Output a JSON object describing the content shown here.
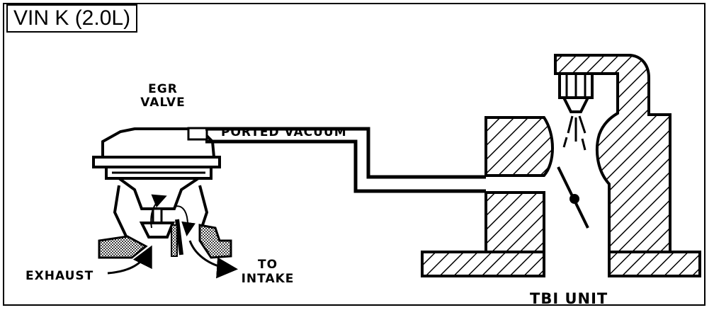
{
  "title": "VIN K (2.0L)",
  "labels": {
    "egr_valve_line1": "EGR",
    "egr_valve_line2": "VALVE",
    "ported_vacuum": "PORTED VACUUM",
    "exhaust": "EXHAUST",
    "to_intake_line1": "TO",
    "to_intake_line2": "INTAKE",
    "tbi_unit": "TBI UNIT"
  }
}
